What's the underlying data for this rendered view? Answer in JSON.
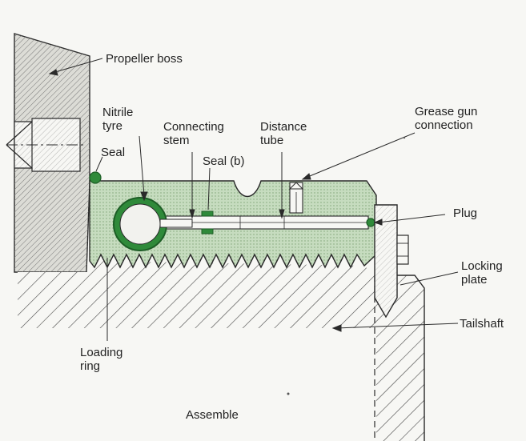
{
  "caption": "Assemble",
  "labels": {
    "propeller_boss": "Propeller boss",
    "nitrile_tyre": [
      "Nitrile",
      "tyre"
    ],
    "connecting_stem": [
      "Connecting",
      "stem"
    ],
    "distance_tube": [
      "Distance",
      "tube"
    ],
    "grease_gun_connection": [
      "Grease gun",
      "connection"
    ],
    "seal": "Seal",
    "seal_b": "Seal (b)",
    "plug": "Plug",
    "locking_plate": [
      "Locking",
      "plate"
    ],
    "tailshaft": "Tailshaft",
    "loading_ring": [
      "Loading",
      "ring"
    ]
  },
  "colors": {
    "line": "#2a2a2a",
    "hatch": "#444444",
    "boss_fill": "#dcdcd6",
    "nut_fill": "#bfd6b8",
    "seal_green": "#2f8a3a",
    "seal_dark": "#1d5e26",
    "background": "#f7f7f4"
  }
}
